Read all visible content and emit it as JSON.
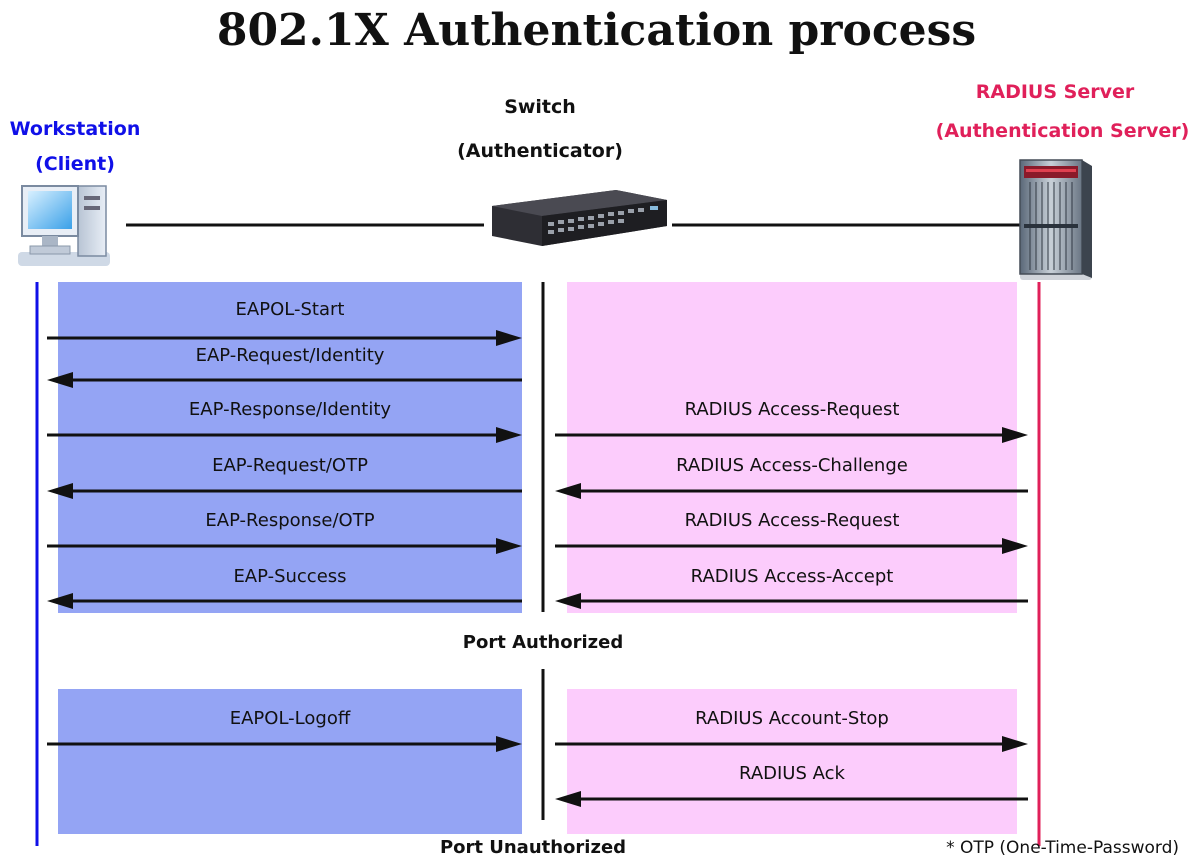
{
  "title": "802.1X Authentication process",
  "actors": {
    "client": {
      "name": "Workstation",
      "role": "(Client)",
      "color": "#1010e8"
    },
    "switch": {
      "name": "Switch",
      "role": "(Authenticator)"
    },
    "server": {
      "name": "RADIUS Server",
      "role": "(Authentication Server)",
      "color": "#e0205a"
    }
  },
  "panel_colors": {
    "eap": "#94a4f4",
    "radius": "#fcccfc"
  },
  "eap_messages": [
    {
      "label": "EAPOL-Start",
      "direction": "right"
    },
    {
      "label": "EAP-Request/Identity",
      "direction": "left"
    },
    {
      "label": "EAP-Response/Identity",
      "direction": "right"
    },
    {
      "label": "EAP-Request/OTP",
      "direction": "left"
    },
    {
      "label": "EAP-Response/OTP",
      "direction": "right"
    },
    {
      "label": "EAP-Success",
      "direction": "left"
    }
  ],
  "radius_messages": [
    {
      "label": "RADIUS Access-Request",
      "direction": "right"
    },
    {
      "label": "RADIUS Access-Challenge",
      "direction": "left"
    },
    {
      "label": "RADIUS Access-Request",
      "direction": "right"
    },
    {
      "label": "RADIUS Access-Accept",
      "direction": "left"
    }
  ],
  "status_authorized": "Port Authorized",
  "logoff_eap": {
    "label": "EAPOL-Logoff",
    "direction": "right"
  },
  "logoff_radius": [
    {
      "label": "RADIUS Account-Stop",
      "direction": "right"
    },
    {
      "label": "RADIUS Ack",
      "direction": "left"
    }
  ],
  "status_unauthorized": "Port Unauthorized",
  "footnote": "* OTP (One-Time-Password)"
}
